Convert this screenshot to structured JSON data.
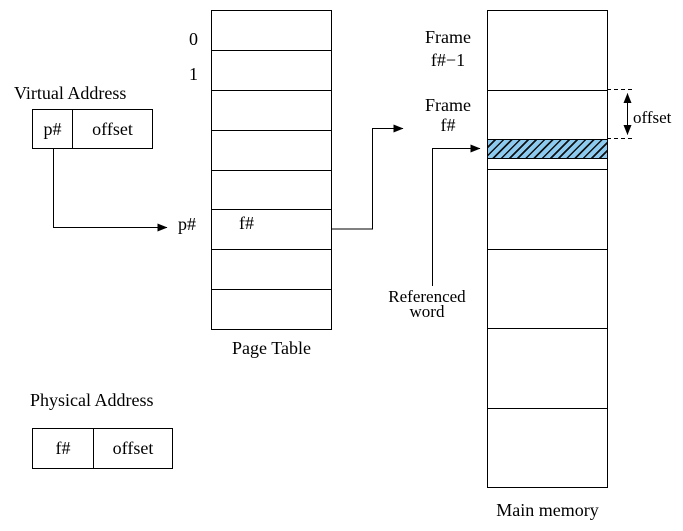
{
  "virtual_address": {
    "title": "Virtual Address",
    "page_field": "p#",
    "offset_field": "offset"
  },
  "page_table": {
    "caption": "Page Table",
    "index_first": "0",
    "index_second": "1",
    "lookup_index": "p#",
    "entry_value": "f#"
  },
  "main_memory": {
    "caption": "Main memory",
    "frame_prev": {
      "line1": "Frame",
      "line2": "f#−1"
    },
    "frame_target": {
      "line1": "Frame",
      "line2": "f#"
    },
    "offset_label": "offset",
    "referenced_word": {
      "line1": "Referenced",
      "line2": "word"
    }
  },
  "physical_address": {
    "title": "Physical Address",
    "frame_field": "f#",
    "offset_field": "offset"
  },
  "colors": {
    "background": "#ffffff",
    "line": "#000000",
    "hatch_fill": "#8dcaf0",
    "hatch_stripe": "#111111"
  }
}
